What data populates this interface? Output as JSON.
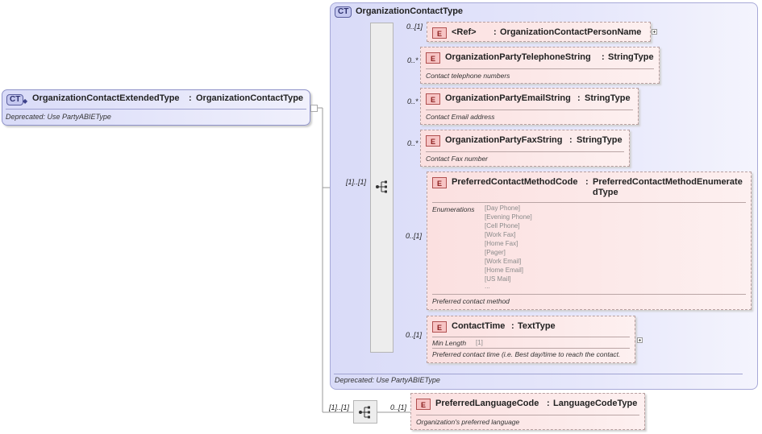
{
  "root": {
    "badge": "CT",
    "name": "OrganizationContactExtendedType",
    "base": "OrganizationContactType",
    "doc": "Deprecated: Use PartyABIEType"
  },
  "base_type": {
    "badge": "CT",
    "name": "OrganizationContactType",
    "doc": "Deprecated: Use PartyABIEType"
  },
  "sequence_multiplicity": "[1]..[1]",
  "elements": [
    {
      "mult": "0..[1]",
      "name": "<Ref>",
      "type": "OrganizationContactPersonName",
      "doc": ""
    },
    {
      "mult": "0..*",
      "name": "OrganizationPartyTelephoneString",
      "type": "StringType",
      "doc": "Contact telephone numbers"
    },
    {
      "mult": "0..*",
      "name": "OrganizationPartyEmailString",
      "type": "StringType",
      "doc": "Contact Email address"
    },
    {
      "mult": "0..*",
      "name": "OrganizationPartyFaxString",
      "type": "StringType",
      "doc": "Contact Fax number"
    },
    {
      "mult": "0..[1]",
      "name": "PreferredContactMethodCode",
      "type_line1": "PreferredContactMethodEnumerate",
      "type_line2": "dType",
      "facet_label": "Enumerations",
      "enumerations": [
        "[Day Phone]",
        "[Evening Phone]",
        "[Cell Phone]",
        "[Work Fax]",
        "[Home Fax]",
        "[Pager]",
        "[Work Email]",
        "[Home Email]",
        "[US Mail]",
        "..."
      ],
      "doc": "Preferred contact method"
    },
    {
      "mult": "0..[1]",
      "name": "ContactTime",
      "type": "TextType",
      "facet_label": "Min Length",
      "facet_value": "[1]",
      "doc": "Preferred contact time (i.e. Best day/time to reach the contact."
    }
  ],
  "extension": {
    "seq_mult": "[1]..[1]",
    "element": {
      "mult": "0..[1]",
      "name": "PreferredLanguageCode",
      "type": "LanguageCodeType",
      "doc": "Organization's preferred language"
    }
  },
  "badges": {
    "element": "E"
  },
  "colors": {
    "ct_bg": "#dcdef9",
    "el_bg": "#fbe0e0",
    "accent": "#5a5e9e"
  }
}
